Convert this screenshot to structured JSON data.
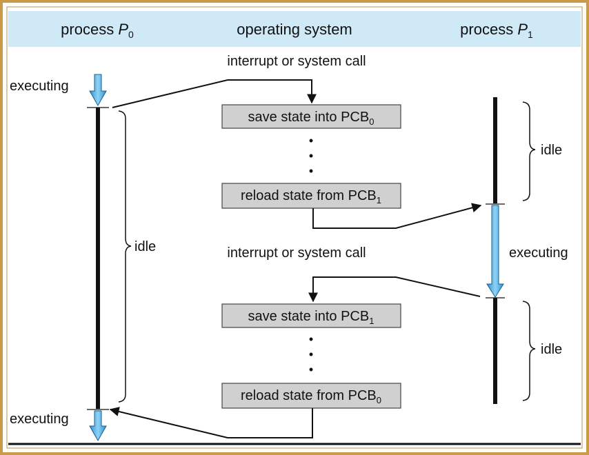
{
  "header": {
    "col_left": {
      "text": "process ",
      "name": "P",
      "sub": "0"
    },
    "col_mid": "operating system",
    "col_right": {
      "text": "process ",
      "name": "P",
      "sub": "1"
    }
  },
  "labels": {
    "interrupt_top": "interrupt or system call",
    "interrupt_mid": "interrupt or system call",
    "executing_p0_top": "executing",
    "executing_p0_bottom": "executing",
    "executing_p1": "executing",
    "idle_p0": "idle",
    "idle_p1_top": "idle",
    "idle_p1_bottom": "idle",
    "ellipsis_dot": "•"
  },
  "boxes": {
    "save_pcb0": {
      "text": "save state into PCB",
      "sub": "0"
    },
    "reload_pcb1": {
      "text": "reload state from PCB",
      "sub": "1"
    },
    "save_pcb1": {
      "text": "save state into PCB",
      "sub": "1"
    },
    "reload_pcb0": {
      "text": "reload state from PCB",
      "sub": "0"
    }
  },
  "colors": {
    "frame_border": "#c99a4a",
    "header_band": "#cfe9f7",
    "box_fill": "#d0d0d0",
    "arrow_fill": "#5ab4e6",
    "line": "#111111"
  }
}
